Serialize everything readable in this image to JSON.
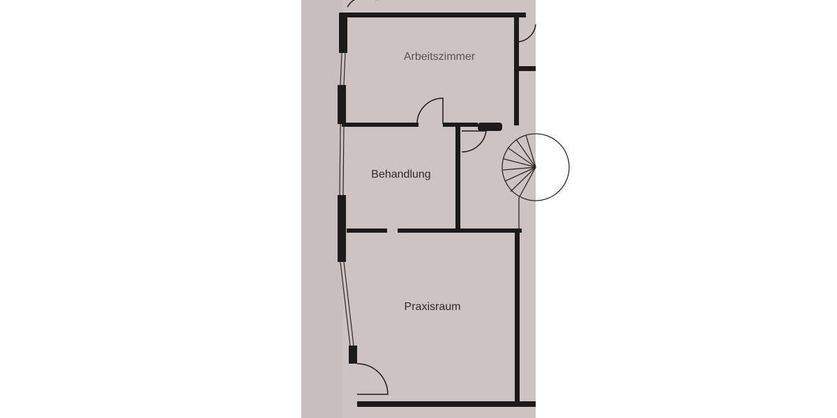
{
  "floorplan": {
    "rooms": [
      {
        "label": "Arbeitszimmer"
      },
      {
        "label": "Behandlung"
      },
      {
        "label": "Praxisraum"
      }
    ]
  },
  "colors": {
    "paper": "#cdc3c3",
    "wall": "#1c1a1b",
    "background": "#ffffff"
  }
}
